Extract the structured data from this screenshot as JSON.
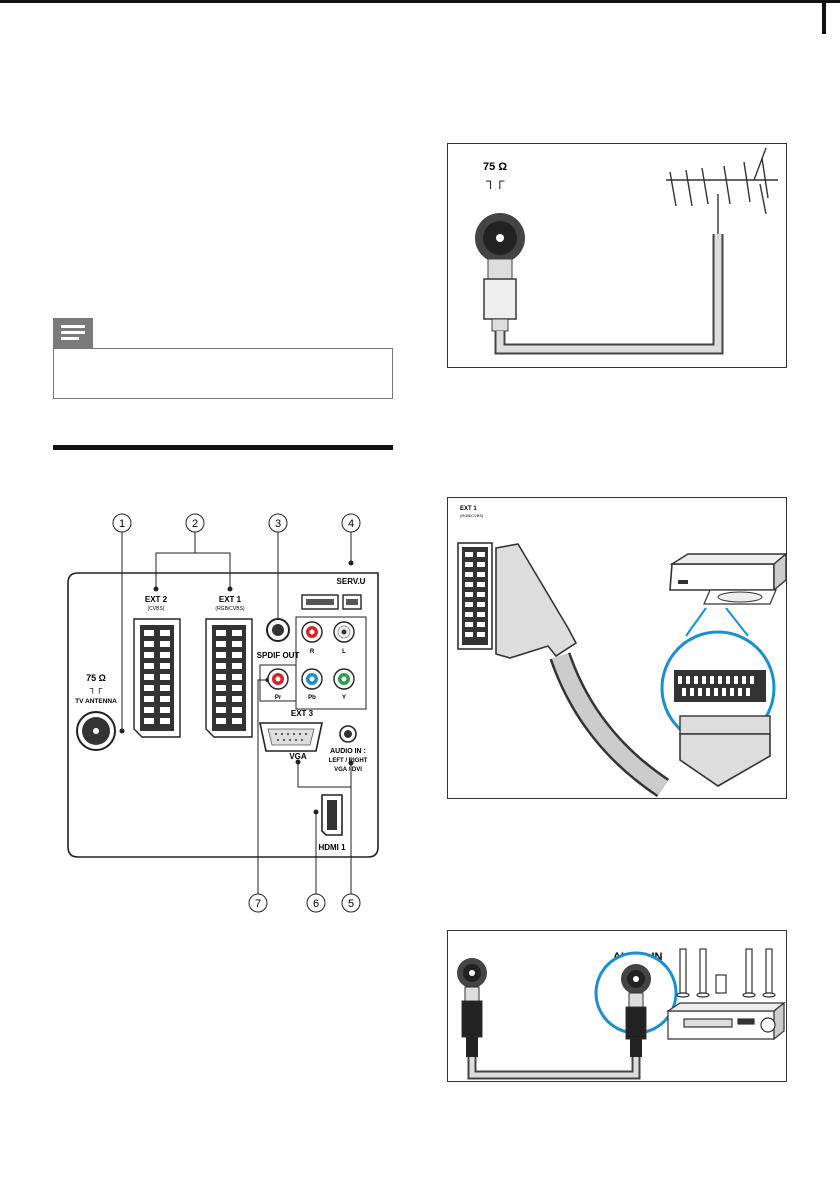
{
  "panel": {
    "callouts": [
      "1",
      "2",
      "3",
      "4",
      "5",
      "6",
      "7"
    ],
    "labels": {
      "ext2": "EXT 2",
      "ext2_sub": "(CVBS)",
      "ext1": "EXT 1",
      "ext1_sub": "(RGB/CVBS)",
      "servu": "SERV.U",
      "spdif": "SPDIF OUT",
      "r": "R",
      "l": "L",
      "pr": "Pr",
      "pb": "Pb",
      "y": "Y",
      "ext3": "EXT 3",
      "antenna_ohm": "75 Ω",
      "antenna_sym": "┐┌",
      "tv_antenna": "TV ANTENNA",
      "vga": "VGA",
      "audio_in": "AUDIO IN :",
      "audio_in_sub1": "LEFT / RIGHT",
      "audio_in_sub2": "VGA / DVI",
      "hdmi1": "HDMI 1"
    }
  },
  "figure_antenna": {
    "ohm": "75 Ω",
    "sym": "┐┌"
  },
  "figure_scart": {
    "label": "EXT 1",
    "label_sub": "(RGB/CVBS)"
  },
  "figure_audio": {
    "label": "AUDIO IN"
  }
}
